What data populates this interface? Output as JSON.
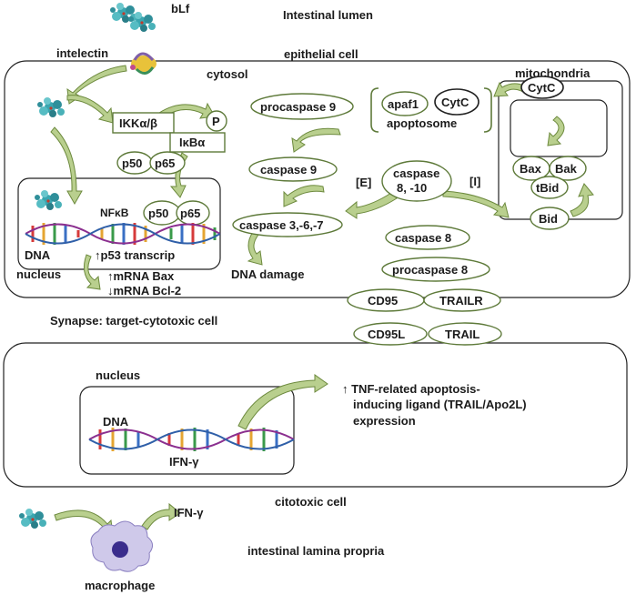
{
  "regions": {
    "intestinal_lumen": "Intestinal lumen",
    "epithelial_cell": "epithelial cell",
    "cytosol": "cytosol",
    "mitochondria": "mitochondria",
    "nucleus_epithelial": "nucleus",
    "synapse": "Synapse: target-cytotoxic cell",
    "nucleus_cytotoxic": "nucleus",
    "cytotoxic_cell": "citotoxic cell",
    "lamina_propria": "intestinal lamina propria"
  },
  "molecules": {
    "blf": "bLf",
    "intelectin": "intelectin",
    "ikk": "IKKα/β",
    "p": "P",
    "ikba": "IκBα",
    "p50_a": "p50",
    "p65_a": "p65",
    "nfkb": "NFκB",
    "p50_b": "p50",
    "p65_b": "p65",
    "dna_epi": "DNA",
    "p53": "↑p53 transcrip",
    "mrna_bax": "↑mRNA  Bax",
    "mrna_bcl2": "↓mRNA  Bcl-2",
    "procaspase9": "procaspase  9",
    "caspase9": "caspase  9",
    "caspase367": "caspase 3,-6,-7",
    "dna_damage": "DNA damage",
    "apaf1": "apaf1",
    "cytc_apo": "CytC",
    "apoptosome": "apoptosome",
    "cytc_mito": "CytC",
    "bax": "Bax",
    "bak": "Bak",
    "tbid": "tBid",
    "bid": "Bid",
    "marker_e": "[E]",
    "marker_i": "[I]",
    "caspase810_line1": "caspase",
    "caspase810_line2": "8, -10",
    "caspase8": "caspase  8",
    "procaspase8": "procaspase  8",
    "cd95": "CD95",
    "trailr": "TRAILR",
    "cd95l": "CD95L",
    "trail": "TRAIL",
    "dna_cyto": "DNA",
    "ifng_cyto": "IFN-γ",
    "ifng_out": "IFN-γ",
    "macrophage": "macrophage",
    "trail_expr_line1": "↑ TNF-related  apoptosis-",
    "trail_expr_line2": "inducing  ligand (TRAIL/Apo2L)",
    "trail_expr_line3": "expression"
  },
  "colors": {
    "node_stroke": "#5e7a3a",
    "arrow_fill": "#b9cf8e",
    "protein": "#3aa6b0",
    "intelectin_yellow": "#e8c23a",
    "macrophage_body": "#cfc9ea",
    "macrophage_nucleus": "#3a2c8c"
  }
}
